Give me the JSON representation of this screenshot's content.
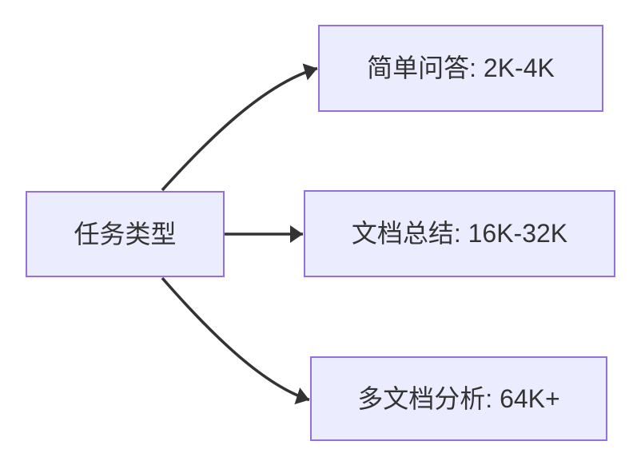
{
  "diagram": {
    "type": "flowchart",
    "direction": "left-to-right",
    "root": {
      "id": "task-type",
      "label": "任务类型"
    },
    "branches": [
      {
        "id": "simple-qa",
        "label": "简单问答: 2K-4K"
      },
      {
        "id": "doc-summary",
        "label": "文档总结: 16K-32K"
      },
      {
        "id": "multi-doc",
        "label": "多文档分析: 64K+"
      }
    ],
    "edges": [
      {
        "from": "任务类型",
        "to": "简单问答: 2K-4K"
      },
      {
        "from": "任务类型",
        "to": "文档总结: 16K-32K"
      },
      {
        "from": "任务类型",
        "to": "多文档分析: 64K+"
      }
    ],
    "colors": {
      "background": "#ffffff",
      "node_fill": "#ECECFF",
      "node_border": "#9370DB",
      "edge": "#333333",
      "text": "#333333"
    }
  }
}
